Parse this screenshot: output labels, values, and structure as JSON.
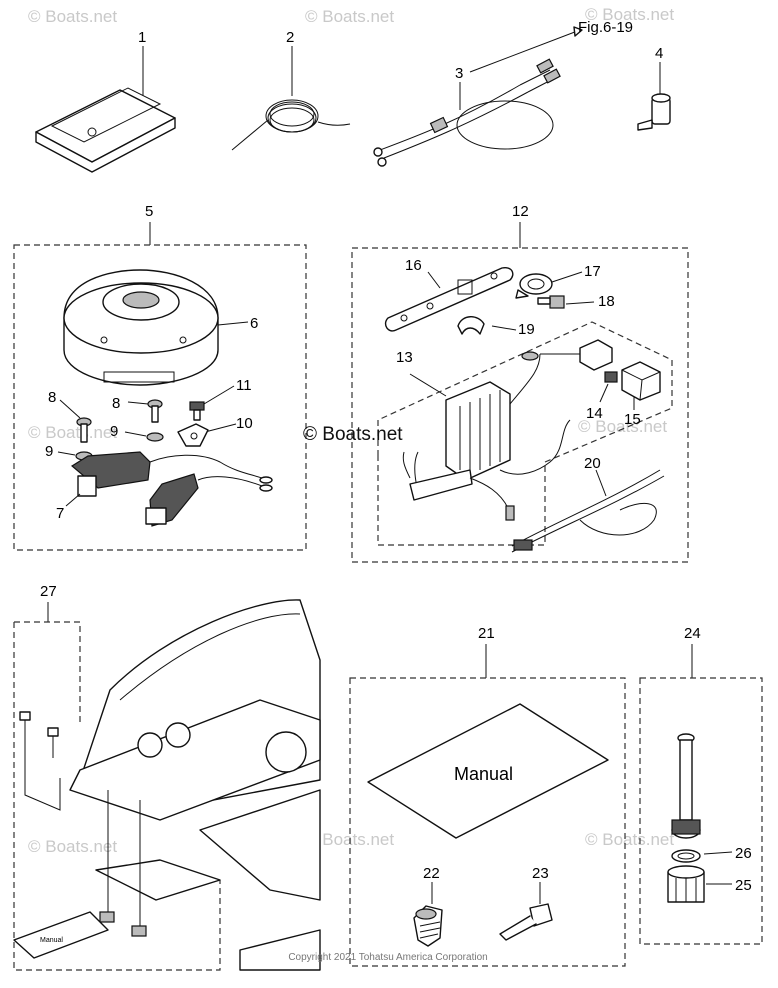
{
  "watermarks": {
    "top_left": "© Boats.net",
    "top_mid": "© Boats.net",
    "top_right": "© Boats.net",
    "center": "© Boats.net",
    "mid_left": "© Boats.net",
    "mid_right": "© Boats.net",
    "bottom_left": "© Boats.net",
    "bottom_mid": "© Boats.net",
    "bottom_right": "© Boats.net"
  },
  "reference": "Fig.6-19",
  "manual_label": "Manual",
  "manual_small_label": "Manual",
  "copyright": "Copyright 2021 Tohatsu America Corporation",
  "callouts": {
    "c1": "1",
    "c2": "2",
    "c3": "3",
    "c4": "4",
    "c5": "5",
    "c6": "6",
    "c7": "7",
    "c8a": "8",
    "c8b": "8",
    "c9a": "9",
    "c9b": "9",
    "c10": "10",
    "c11": "11",
    "c12": "12",
    "c13": "13",
    "c14": "14",
    "c15": "15",
    "c16": "16",
    "c17": "17",
    "c18": "18",
    "c19": "19",
    "c20": "20",
    "c21": "21",
    "c22": "22",
    "c23": "23",
    "c24": "24",
    "c25": "25",
    "c26": "26",
    "c27": "27"
  }
}
